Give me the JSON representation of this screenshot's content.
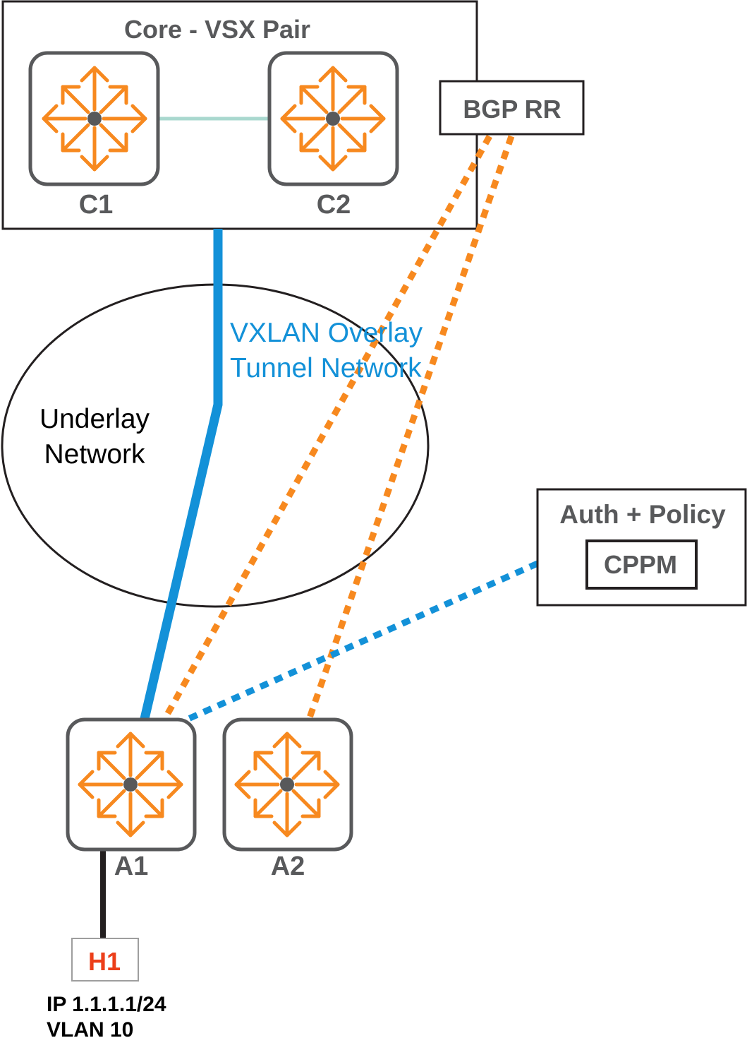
{
  "core_group": {
    "title": "Core - VSX Pair"
  },
  "switches": {
    "c1": {
      "label": "C1"
    },
    "c2": {
      "label": "C2"
    },
    "a1": {
      "label": "A1"
    },
    "a2": {
      "label": "A2"
    }
  },
  "bgp_rr": {
    "label": "BGP RR"
  },
  "underlay": {
    "line1": "Underlay",
    "line2": "Network"
  },
  "overlay": {
    "line1": "VXLAN Overlay",
    "line2": "Tunnel Network"
  },
  "auth": {
    "title": "Auth + Policy",
    "cppm_label": "CPPM"
  },
  "host": {
    "label": "H1",
    "ip": "IP 1.1.1.1/24",
    "vlan": "VLAN 10"
  },
  "colors": {
    "switch_icon": "#f7891f",
    "switch_frame": "#58595b",
    "overlay_line": "#1391d8",
    "bgp_session": "#f7891f",
    "isl_link": "#a9d8cf",
    "host_label": "#ec3f1a",
    "host_frame": "#9e9e9e"
  },
  "icons": {
    "switch": "switch-icon"
  }
}
